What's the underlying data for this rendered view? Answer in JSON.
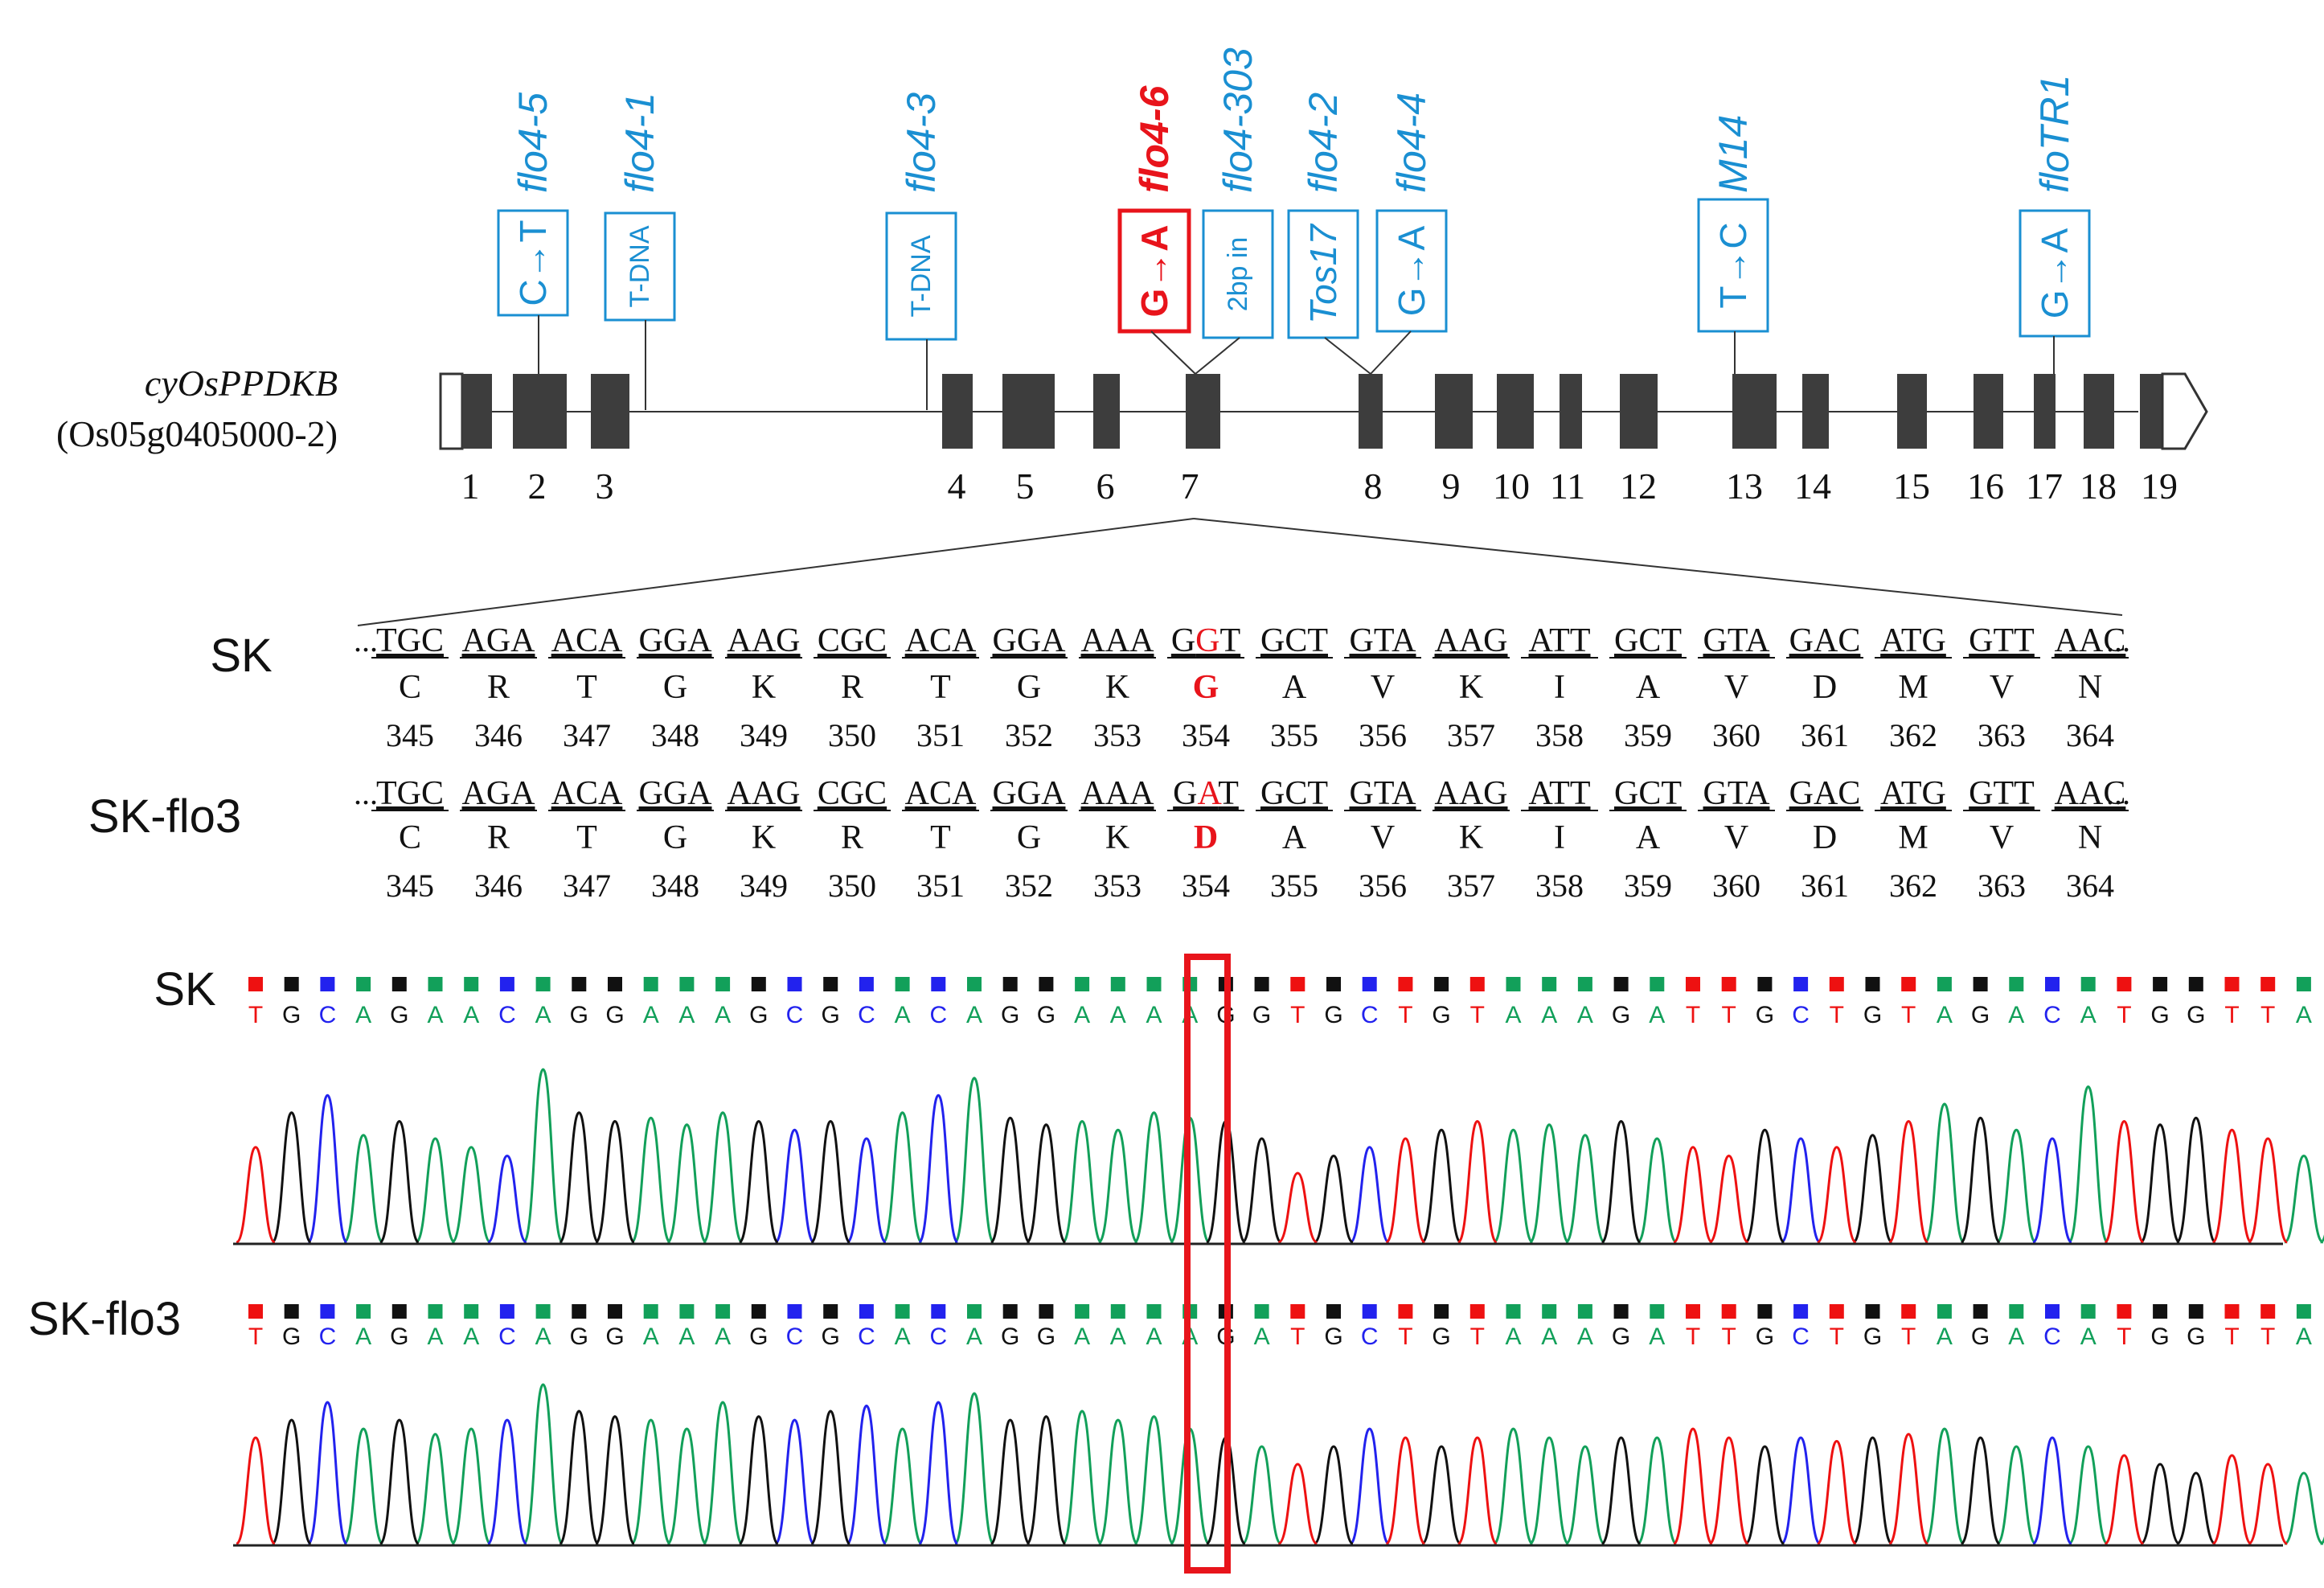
{
  "gene": {
    "name": "cyOsPPDKB",
    "id": "(Os05g0405000-2)"
  },
  "exon_labels": [
    "1",
    "2",
    "3",
    "4",
    "5",
    "6",
    "7",
    "8",
    "9",
    "10",
    "11",
    "12",
    "13",
    "14",
    "15",
    "16",
    "17",
    "18",
    "19"
  ],
  "mutants": [
    {
      "name": "flo4-5",
      "box": "C→T",
      "highlight": false
    },
    {
      "name": "flo4-1",
      "box": "T-DNA",
      "highlight": false
    },
    {
      "name": "flo4-3",
      "box": "T-DNA",
      "highlight": false
    },
    {
      "name": "flo4-6",
      "box": "G→A",
      "highlight": true
    },
    {
      "name": "flo4-303",
      "box": "2bp in",
      "highlight": false
    },
    {
      "name": "flo4-2",
      "box": "Tos17",
      "highlight": false
    },
    {
      "name": "flo4-4",
      "box": "G→A",
      "highlight": false
    },
    {
      "name": "M14",
      "box": "T→C",
      "highlight": false
    },
    {
      "name": "floTR1",
      "box": "G→A",
      "highlight": false
    }
  ],
  "alignment": {
    "ellipsis": "...",
    "rows": [
      {
        "label": "SK",
        "codons": [
          "TGC",
          "AGA",
          "ACA",
          "GGA",
          "AAG",
          "CGC",
          "ACA",
          "GGA",
          "AAA",
          "GGT",
          "GCT",
          "GTA",
          "AAG",
          "ATT",
          "GCT",
          "GTA",
          "GAC",
          "ATG",
          "GTT",
          "AAC"
        ],
        "aa": [
          "C",
          "R",
          "T",
          "G",
          "K",
          "R",
          "T",
          "G",
          "K",
          "G",
          "A",
          "V",
          "K",
          "I",
          "A",
          "V",
          "D",
          "M",
          "V",
          "N"
        ],
        "pos": [
          "345",
          "346",
          "347",
          "348",
          "349",
          "350",
          "351",
          "352",
          "353",
          "354",
          "355",
          "356",
          "357",
          "358",
          "359",
          "360",
          "361",
          "362",
          "363",
          "364"
        ]
      },
      {
        "label": "SK-flo3",
        "codons": [
          "TGC",
          "AGA",
          "ACA",
          "GGA",
          "AAG",
          "CGC",
          "ACA",
          "GGA",
          "AAA",
          "GAT",
          "GCT",
          "GTA",
          "AAG",
          "ATT",
          "GCT",
          "GTA",
          "GAC",
          "ATG",
          "GTT",
          "AAC"
        ],
        "aa": [
          "C",
          "R",
          "T",
          "G",
          "K",
          "R",
          "T",
          "G",
          "K",
          "D",
          "A",
          "V",
          "K",
          "I",
          "A",
          "V",
          "D",
          "M",
          "V",
          "N"
        ],
        "pos": [
          "345",
          "346",
          "347",
          "348",
          "349",
          "350",
          "351",
          "352",
          "353",
          "354",
          "355",
          "356",
          "357",
          "358",
          "359",
          "360",
          "361",
          "362",
          "363",
          "364"
        ]
      }
    ]
  },
  "chromatograms": [
    {
      "label": "SK",
      "seq": "TGCAGAACAGGAAAGCGCACAGGAAAAGGTGCTGTAAAGATTGCTGTAGACATGGTTAAC"
    },
    {
      "label": "SK-flo3",
      "seq": "TGCAGAACAGGAAAGCGCACAGGAAAAGATGCTGTAAAGATTGCTGTAGACATGGTTAAC"
    }
  ],
  "colors": {
    "blue": "#1A8FD2",
    "red": "#E8141B",
    "A": "#12A05A",
    "C": "#2222EE",
    "G": "#111111",
    "T": "#EE1111",
    "exon": "#3D3D3D"
  }
}
